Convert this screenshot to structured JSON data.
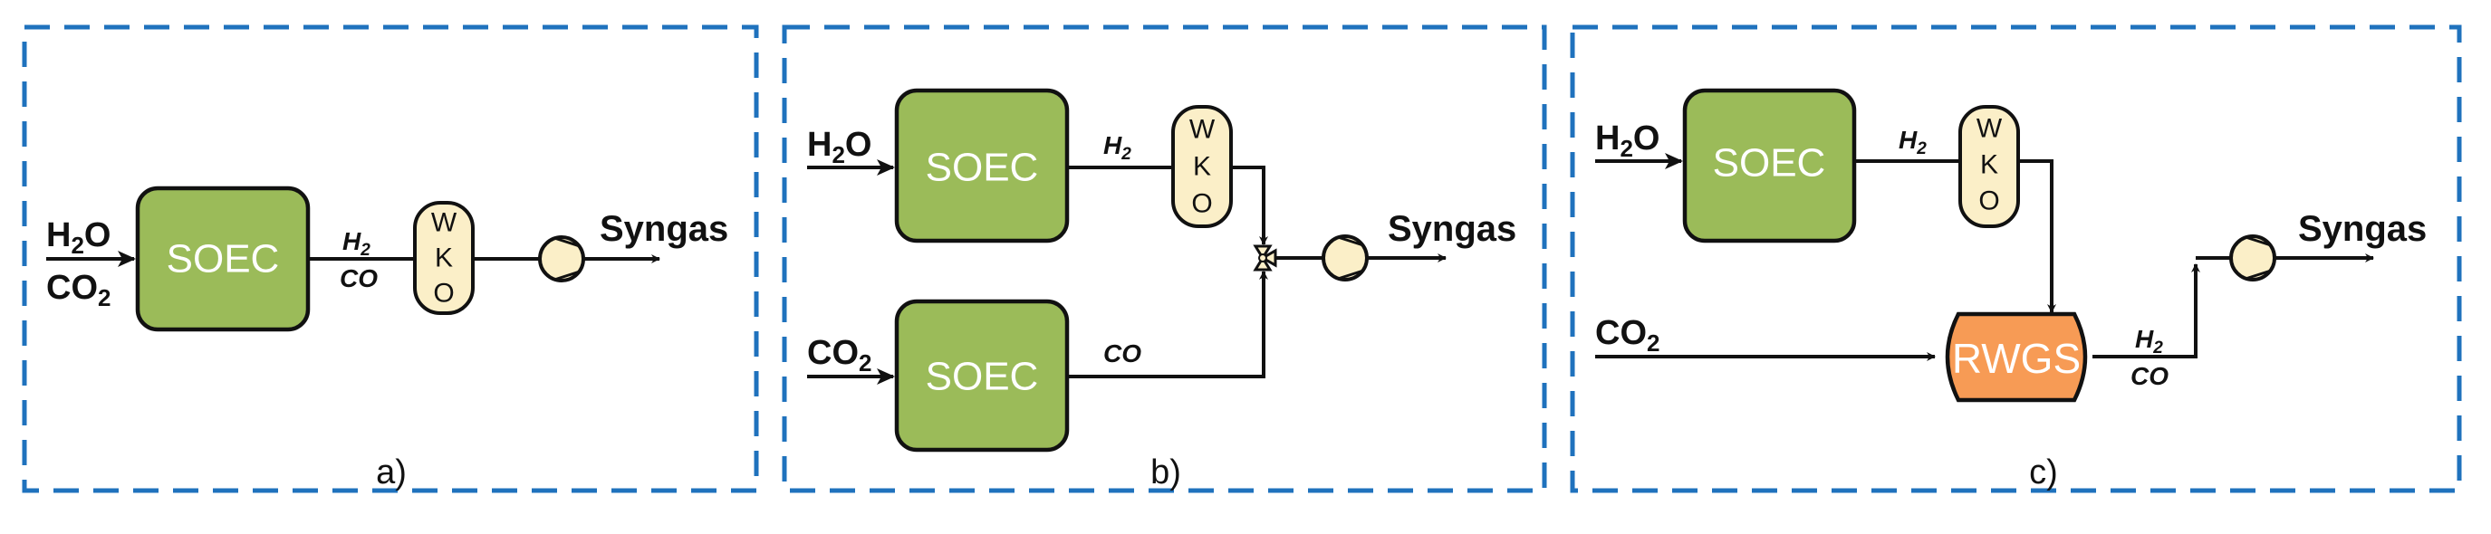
{
  "figure": {
    "colors": {
      "panel_border": "#1f72bd",
      "soec_fill": "#9bbb59",
      "rwgs_fill": "#f79b55",
      "wko_fill": "#fbefc8",
      "compressor_fill": "#fbefc8",
      "line": "#111111",
      "unit_text": "#ffffff"
    },
    "panels": [
      {
        "id": "a",
        "caption": "a)",
        "description": "Co-electrolysis: H2O and CO2 fed to a single SOEC",
        "feed": {
          "line1": {
            "base": "H",
            "sub": "2",
            "tail": "O"
          },
          "line2": {
            "base": "CO",
            "sub": "2",
            "tail": ""
          }
        },
        "units": {
          "soec": "SOEC",
          "wko": [
            "W",
            "K",
            "O"
          ]
        },
        "stream_out": {
          "line1": {
            "base": "H",
            "sub": "2"
          },
          "line2": "CO"
        },
        "product": "Syngas"
      },
      {
        "id": "b",
        "caption": "b)",
        "description": "Separate SOECs for H2O and CO2, streams mixed after WKO",
        "feed_top": {
          "base": "H",
          "sub": "2",
          "tail": "O"
        },
        "feed_bottom": {
          "base": "CO",
          "sub": "2",
          "tail": ""
        },
        "units": {
          "soec_top": "SOEC",
          "soec_bottom": "SOEC",
          "wko": [
            "W",
            "K",
            "O"
          ]
        },
        "stream_top": {
          "base": "H",
          "sub": "2"
        },
        "stream_bottom": "CO",
        "product": "Syngas"
      },
      {
        "id": "c",
        "caption": "c)",
        "description": "H2O electrolysis followed by reverse water-gas shift with CO2",
        "feed_top": {
          "base": "H",
          "sub": "2",
          "tail": "O"
        },
        "feed_bottom": {
          "base": "CO",
          "sub": "2",
          "tail": ""
        },
        "units": {
          "soec": "SOEC",
          "wko": [
            "W",
            "K",
            "O"
          ],
          "rwgs": "RWGS"
        },
        "stream_top": {
          "base": "H",
          "sub": "2"
        },
        "stream_out": {
          "line1": {
            "base": "H",
            "sub": "2"
          },
          "line2": "CO"
        },
        "product": "Syngas"
      }
    ]
  }
}
